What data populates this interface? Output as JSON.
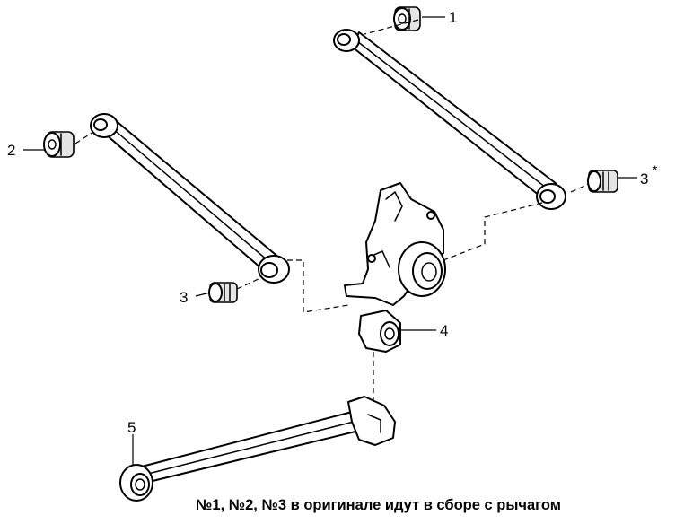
{
  "callouts": {
    "c1": "1",
    "c2": "2",
    "c3a": "3",
    "c3b": "3",
    "c3b_mark": "*",
    "c4": "4",
    "c5": "5"
  },
  "note": "№1, №2, №3  в оригинале идут в  сборе с рычагом",
  "colors": {
    "line": "#000000",
    "background": "#ffffff"
  }
}
